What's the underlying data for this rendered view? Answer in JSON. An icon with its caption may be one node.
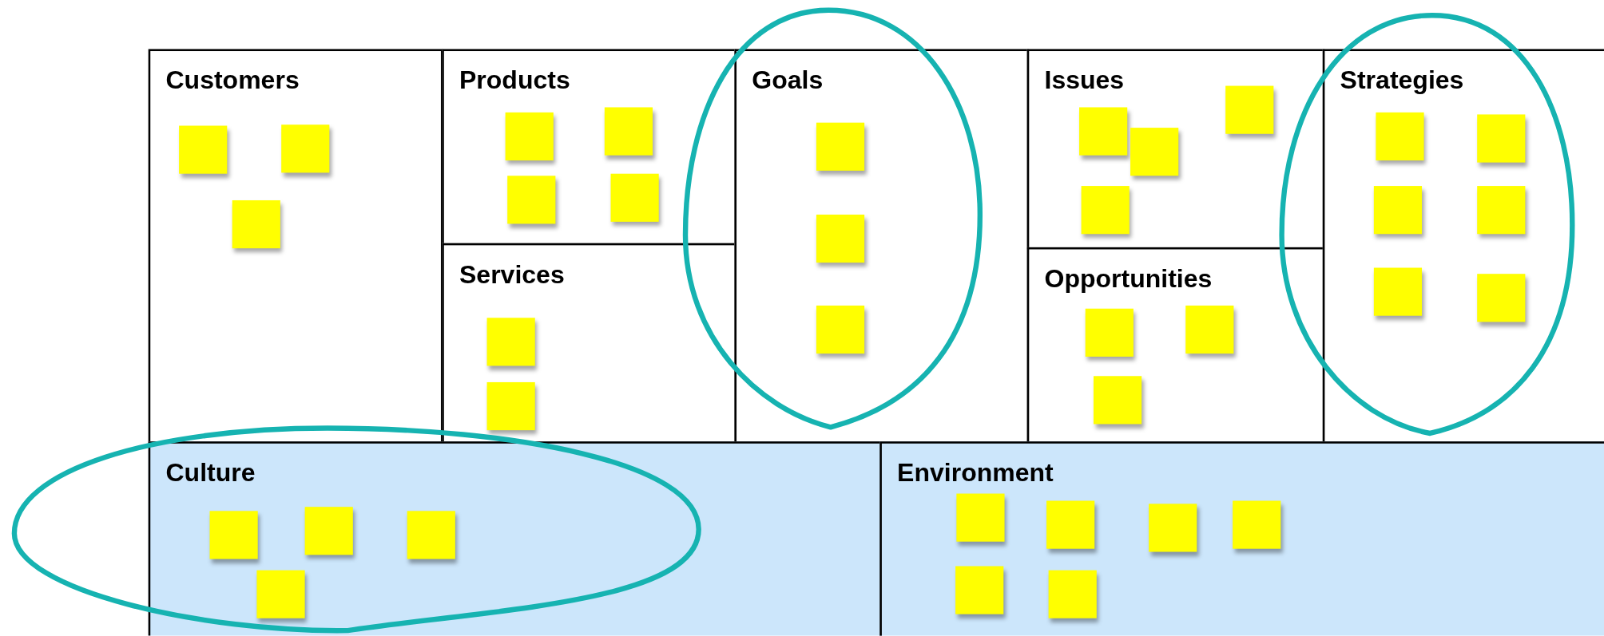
{
  "diagram": {
    "nodes": [
      {
        "text": [
          "Customers"
        ]
      },
      {
        "text": [],
        "shape": "box",
        "in": 0
      },
      {
        "text": [],
        "shape": "box",
        "in": 0
      },
      {
        "text": [],
        "shape": "box",
        "in": 0
      },
      {
        "text": [
          "Products"
        ]
      },
      {
        "text": [],
        "shape": "box",
        "in": 4
      },
      {
        "text": [],
        "shape": "box",
        "in": 4
      },
      {
        "text": [],
        "shape": "box",
        "in": 4
      },
      {
        "text": [],
        "shape": "box",
        "in": 4
      },
      {
        "text": [
          "Services"
        ]
      },
      {
        "text": [],
        "shape": "box",
        "in": 9
      },
      {
        "text": [],
        "shape": "box",
        "in": 9
      },
      {
        "text": [
          "Goals"
        ]
      },
      {
        "text": [],
        "shape": "box",
        "in": 12
      },
      {
        "text": [],
        "shape": "box",
        "in": 12
      },
      {
        "text": [],
        "shape": "box",
        "in": 12
      },
      {
        "text": [
          "Issues"
        ]
      },
      {
        "text": [],
        "shape": "box",
        "in": 16
      },
      {
        "text": [],
        "shape": "box",
        "in": 16
      },
      {
        "text": [],
        "shape": "box",
        "in": 16
      },
      {
        "text": [],
        "shape": "box",
        "in": 16
      },
      {
        "text": [
          "Opportunities"
        ]
      },
      {
        "text": [],
        "shape": "box",
        "in": 21
      },
      {
        "text": [],
        "shape": "box",
        "in": 21
      },
      {
        "text": [],
        "shape": "box",
        "in": 21
      },
      {
        "text": [
          "Strategies"
        ]
      },
      {
        "text": [],
        "shape": "box",
        "in": 25
      },
      {
        "text": [],
        "shape": "box",
        "in": 25
      },
      {
        "text": [],
        "shape": "box",
        "in": 25
      },
      {
        "text": [],
        "shape": "box",
        "in": 25
      },
      {
        "text": [],
        "shape": "box",
        "in": 25
      },
      {
        "text": [],
        "shape": "box",
        "in": 25
      },
      {
        "text": [
          "Culture"
        ]
      },
      {
        "text": [],
        "shape": "box",
        "in": 32
      },
      {
        "text": [],
        "shape": "box",
        "in": 32
      },
      {
        "text": [],
        "shape": "box",
        "in": 32
      },
      {
        "text": [],
        "shape": "box",
        "in": 32
      },
      {
        "text": [
          "Environment"
        ]
      },
      {
        "text": [],
        "shape": "box",
        "in": 37
      },
      {
        "text": [],
        "shape": "box",
        "in": 37
      },
      {
        "text": [],
        "shape": "box",
        "in": 37
      },
      {
        "text": [],
        "shape": "box",
        "in": 37
      },
      {
        "text": [],
        "shape": "box",
        "in": 37
      },
      {
        "text": [],
        "shape": "box",
        "in": 37
      }
    ]
  }
}
